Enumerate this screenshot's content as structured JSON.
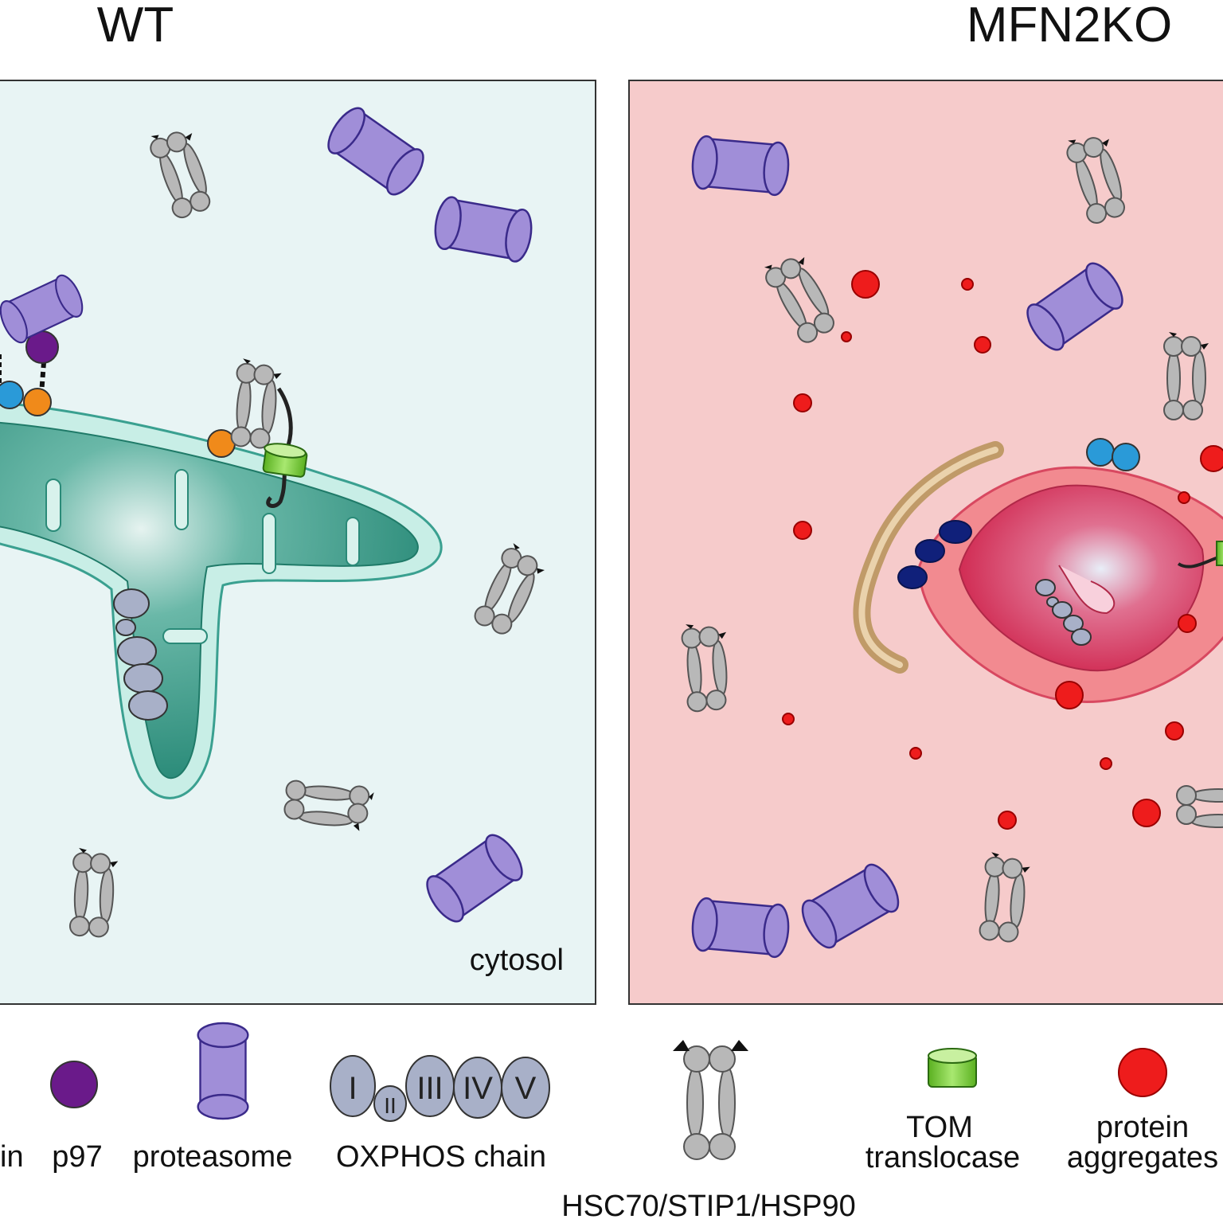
{
  "panels": {
    "wt": {
      "title": "WT",
      "compartment_label": "cytosol",
      "fill": "#e8f4f4"
    },
    "ko": {
      "title": "MFN2KO",
      "fill": "#f6cbcb"
    }
  },
  "legend": {
    "ubiquitin_partial": "in",
    "p97": "p97",
    "proteasome": "proteasome",
    "oxphos": "OXPHOS chain",
    "oxphos_complexes": [
      "I",
      "II",
      "III",
      "IV",
      "V"
    ],
    "chaperone": "HSC70/STIP1/HSP90",
    "tom_line1": "TOM",
    "tom_line2": "translocase",
    "aggregates_line1": "protein",
    "aggregates_line2": "aggregates"
  },
  "colors": {
    "proteasome": "#a08ed8",
    "p97": "#6a1a8a",
    "ubiquitin": "#2a9ad8",
    "parkin": "#f08a1a",
    "chaperone": "#b8b8b8",
    "tom": "#7ad040",
    "aggregates": "#ee1c1c",
    "mito_wt": "#3a9a88",
    "mito_ko": "#e05070",
    "oxphos": "#a8b0c8",
    "mfn_dark": "#10207a",
    "er": "#c8a070"
  }
}
